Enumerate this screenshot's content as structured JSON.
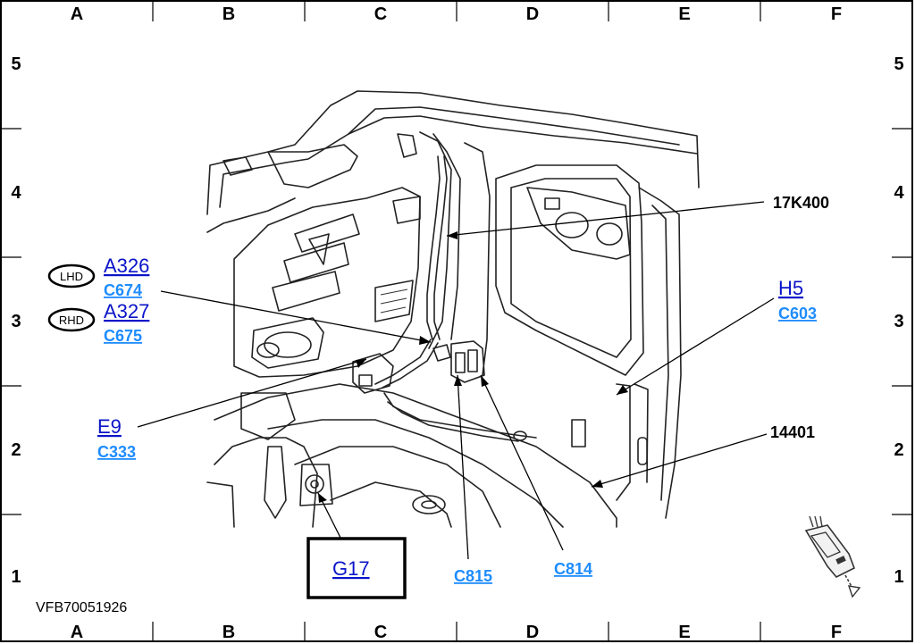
{
  "grid": {
    "columns": [
      "A",
      "B",
      "C",
      "D",
      "E",
      "F"
    ],
    "rows": [
      "5",
      "4",
      "3",
      "2",
      "1"
    ]
  },
  "callouts": {
    "lhd_badge": "LHD",
    "rhd_badge": "RHD",
    "a326": "A326",
    "c674": "C674",
    "a327": "A327",
    "c675": "C675",
    "e9": "E9",
    "c333": "C333",
    "h5": "H5",
    "c603": "C603",
    "g17": "G17",
    "c815": "C815",
    "c814": "C814",
    "part_17k400": "17K400",
    "part_14401": "14401"
  },
  "figure_ref": "VFB70051926",
  "icons": {
    "connector": "connector-plug-icon"
  },
  "colors": {
    "link_primary": "#0a14c8",
    "link_secondary": "#1e8cff",
    "frame": "#000000"
  }
}
